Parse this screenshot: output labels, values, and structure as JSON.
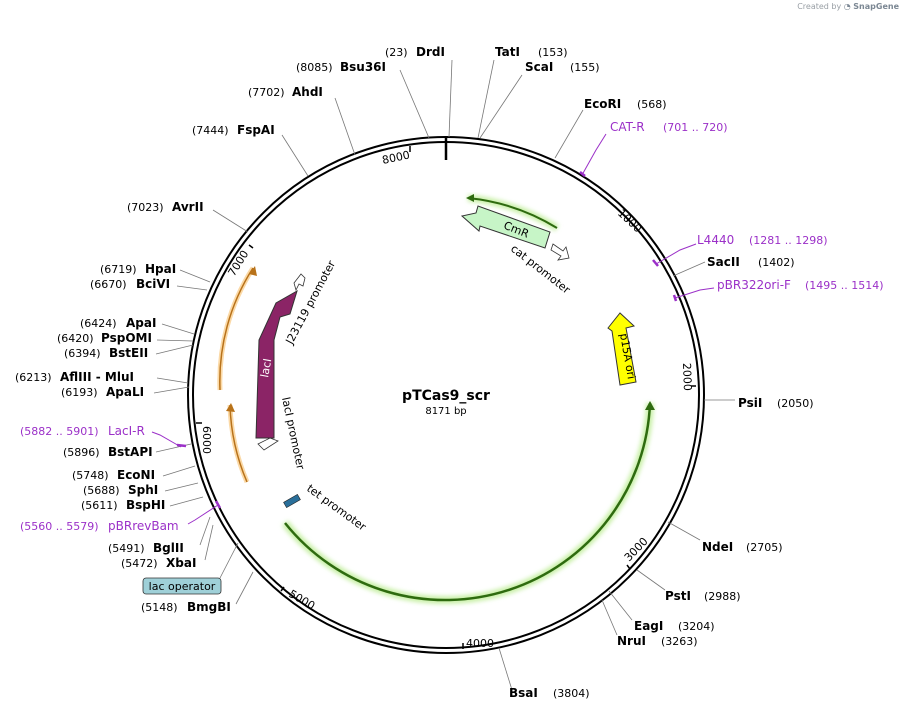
{
  "credit": {
    "prefix": "Created by",
    "brand": "SnapGene"
  },
  "plasmid": {
    "name": "pTCas9_scr",
    "length_label": "8171 bp",
    "length": 8171
  },
  "colors": {
    "backbone": "#000000",
    "primer": "#9b30c8",
    "orf": "#2e6b0f",
    "orf_glow": "#c9f0a8",
    "cmr": "#c7f5c7",
    "laci": "#8b2466",
    "p15a": "#ffff00",
    "orange": "#f2a833",
    "lac_operator": "#9fd0d8"
  },
  "ticks": [
    {
      "label": "1000",
      "pos": 1000
    },
    {
      "label": "2000",
      "pos": 2000
    },
    {
      "label": "3000",
      "pos": 3000
    },
    {
      "label": "4000",
      "pos": 4000
    },
    {
      "label": "5000",
      "pos": 5000
    },
    {
      "label": "6000",
      "pos": 6000
    },
    {
      "label": "7000",
      "pos": 7000
    },
    {
      "label": "8000",
      "pos": 8000
    }
  ],
  "sites": [
    {
      "name": "DrdI",
      "pos_label": "(23)",
      "side": "right"
    },
    {
      "name": "TatI",
      "pos_label": "(153)",
      "side": "right"
    },
    {
      "name": "ScaI",
      "pos_label": "(155)",
      "side": "right"
    },
    {
      "name": "EcoRI",
      "pos_label": "(568)",
      "side": "right"
    },
    {
      "name": "SacII",
      "pos_label": "(1402)",
      "side": "right"
    },
    {
      "name": "PsiI",
      "pos_label": "(2050)",
      "side": "right"
    },
    {
      "name": "NdeI",
      "pos_label": "(2705)",
      "side": "right"
    },
    {
      "name": "PstI",
      "pos_label": "(2988)",
      "side": "right"
    },
    {
      "name": "EagI",
      "pos_label": "(3204)",
      "side": "right"
    },
    {
      "name": "NruI",
      "pos_label": "(3263)",
      "side": "right"
    },
    {
      "name": "BsaI",
      "pos_label": "(3804)",
      "side": "right"
    },
    {
      "name": "BmgBI",
      "pos_label": "(5148)",
      "side": "left"
    },
    {
      "name": "XbaI",
      "pos_label": "(5472)",
      "side": "left"
    },
    {
      "name": "BglII",
      "pos_label": "(5491)",
      "side": "left"
    },
    {
      "name": "BspHI",
      "pos_label": "(5611)",
      "side": "left"
    },
    {
      "name": "SphI",
      "pos_label": "(5688)",
      "side": "left"
    },
    {
      "name": "EcoNI",
      "pos_label": "(5748)",
      "side": "left"
    },
    {
      "name": "BstAPI",
      "pos_label": "(5896)",
      "side": "left"
    },
    {
      "name": "ApaLI",
      "pos_label": "(6193)",
      "side": "left"
    },
    {
      "name": "AflIII - MluI",
      "pos_label": "(6213)",
      "side": "left"
    },
    {
      "name": "BstEII",
      "pos_label": "(6394)",
      "side": "left"
    },
    {
      "name": "PspOMI",
      "pos_label": "(6420)",
      "side": "left"
    },
    {
      "name": "ApaI",
      "pos_label": "(6424)",
      "side": "left"
    },
    {
      "name": "BciVI",
      "pos_label": "(6670)",
      "side": "left"
    },
    {
      "name": "HpaI",
      "pos_label": "(6719)",
      "side": "left"
    },
    {
      "name": "AvrII",
      "pos_label": "(7023)",
      "side": "left"
    },
    {
      "name": "FspAI",
      "pos_label": "(7444)",
      "side": "left"
    },
    {
      "name": "AhdI",
      "pos_label": "(7702)",
      "side": "left"
    },
    {
      "name": "Bsu36I",
      "pos_label": "(8085)",
      "side": "left"
    }
  ],
  "primers": [
    {
      "name": "CAT-R",
      "range": "(701 .. 720)"
    },
    {
      "name": "L4440",
      "range": "(1281 .. 1298)"
    },
    {
      "name": "pBR322ori-F",
      "range": "(1495 .. 1514)"
    },
    {
      "name": "LacI-R",
      "range": "(5882 .. 5901)"
    },
    {
      "name": "pBRrevBam",
      "range": "(5560 .. 5579)"
    }
  ],
  "features": [
    {
      "name": "CmR",
      "type": "CDS"
    },
    {
      "name": "cat promoter",
      "type": "promoter"
    },
    {
      "name": "p15A ori",
      "type": "rep_origin"
    },
    {
      "name": "lacI",
      "type": "CDS"
    },
    {
      "name": "J23119 promoter",
      "type": "promoter"
    },
    {
      "name": "lacI promoter",
      "type": "promoter"
    },
    {
      "name": "tet promoter",
      "type": "promoter"
    },
    {
      "name": "lac operator",
      "type": "protein_bind"
    }
  ]
}
